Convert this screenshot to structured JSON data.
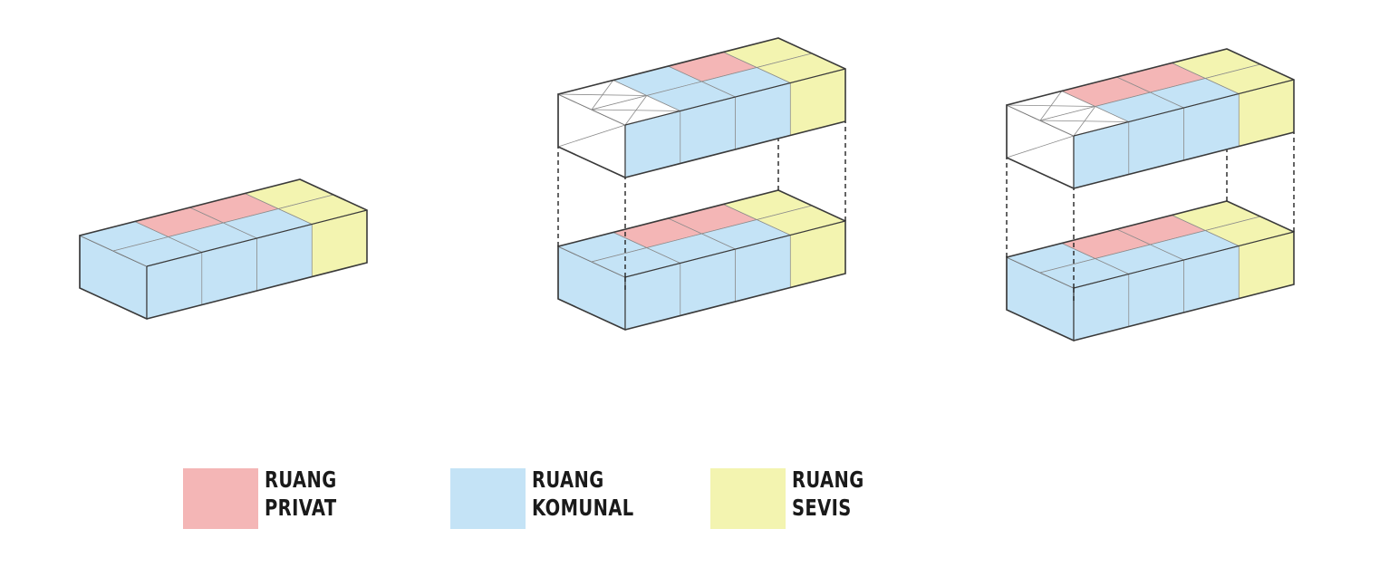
{
  "colors": {
    "privat": "#f4b6b6",
    "komunal": "#c4e3f6",
    "sevis": "#f3f4b0",
    "void": "#ffffff",
    "stroke": "#3a3a3a",
    "grid": "#8a8a8a"
  },
  "legend": [
    {
      "id": "privat",
      "line1": "RUANG",
      "line2": "PRIVAT",
      "color": "#f4b6b6"
    },
    {
      "id": "komunal",
      "line1": "RUANG",
      "line2": "KOMUNAL",
      "color": "#c4e3f6"
    },
    {
      "id": "sevis",
      "line1": "RUANG",
      "line2": "SEVIS",
      "color": "#f3f4b0"
    }
  ],
  "diagrams": [
    {
      "id": "single-level",
      "levels": [
        {
          "top": [
            "komunal",
            "privat",
            "privat",
            "sevis",
            "komunal",
            "komunal",
            "komunal",
            "sevis"
          ],
          "front": [
            "komunal",
            "komunal",
            "komunal",
            "sevis"
          ],
          "side": "komunal"
        }
      ]
    },
    {
      "id": "two-level-a",
      "levels": [
        {
          "top": [
            "komunal",
            "privat",
            "privat",
            "sevis",
            "komunal",
            "komunal",
            "komunal",
            "sevis"
          ],
          "front": [
            "komunal",
            "komunal",
            "komunal",
            "sevis"
          ],
          "side": "komunal"
        },
        {
          "top": [
            "void",
            "komunal",
            "privat",
            "sevis",
            "void",
            "komunal",
            "komunal",
            "sevis"
          ],
          "front": [
            "komunal",
            "komunal",
            "komunal",
            "sevis"
          ],
          "side": "void"
        }
      ]
    },
    {
      "id": "two-level-b",
      "levels": [
        {
          "top": [
            "komunal",
            "privat",
            "privat",
            "sevis",
            "komunal",
            "komunal",
            "komunal",
            "sevis"
          ],
          "front": [
            "komunal",
            "komunal",
            "komunal",
            "sevis"
          ],
          "side": "komunal"
        },
        {
          "top": [
            "void",
            "privat",
            "privat",
            "sevis",
            "void",
            "komunal",
            "komunal",
            "sevis"
          ],
          "front": [
            "komunal",
            "komunal",
            "komunal",
            "sevis"
          ],
          "side": "void"
        }
      ]
    }
  ]
}
